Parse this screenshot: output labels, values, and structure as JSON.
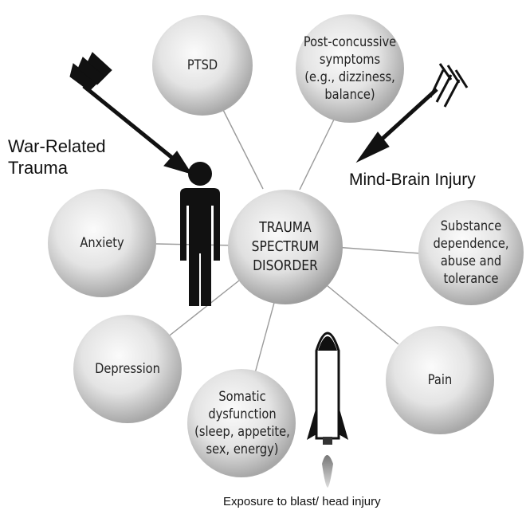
{
  "center": {
    "label": "TRAUMA\nSPECTRUM\nDISORDER"
  },
  "nodes": [
    {
      "id": "ptsd",
      "label": "PTSD"
    },
    {
      "id": "post-concussive",
      "label": "Post-concussive\nsymptoms\n(e.g., dizziness,\nbalance)"
    },
    {
      "id": "substance",
      "label": "Substance\ndependence,\nabuse and\ntolerance"
    },
    {
      "id": "pain",
      "label": "Pain"
    },
    {
      "id": "somatic",
      "label": "Somatic\ndysfunction\n(sleep, appetite,\nsex, energy)"
    },
    {
      "id": "depression",
      "label": "Depression"
    },
    {
      "id": "anxiety",
      "label": "Anxiety"
    }
  ],
  "labels": {
    "war": "War-Related\nTrauma",
    "mind_brain": "Mind-Brain Injury",
    "blast": "Exposure to blast/ head injury"
  },
  "colors": {
    "circle_light": "#f7f7f7",
    "circle_dark": "#a9a9a9",
    "line": "#9a9a9a",
    "silhouette": "#111111"
  },
  "icons": [
    "person-silhouette-icon",
    "arrow-icon",
    "arrow-icon",
    "rocket-icon"
  ]
}
